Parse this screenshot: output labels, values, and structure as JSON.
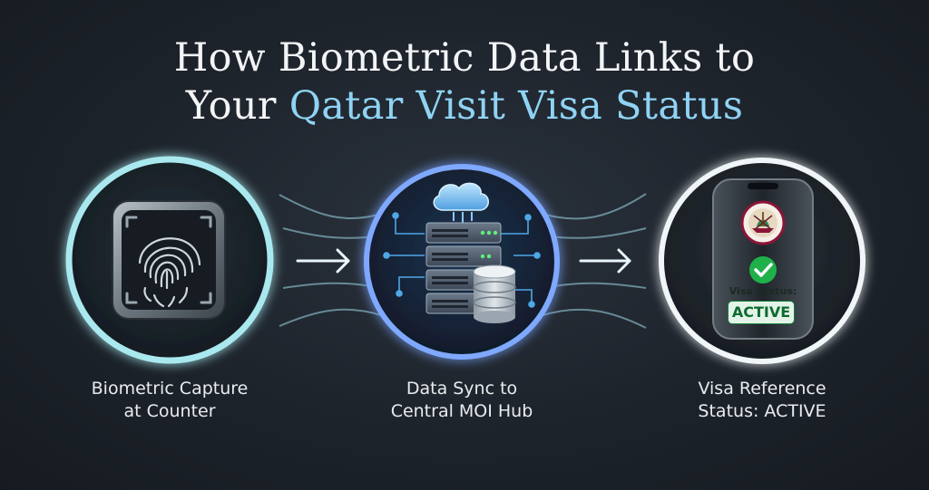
{
  "title": {
    "line1": "How Biometric Data Links to",
    "line2_prefix": "Your ",
    "line2_accent": "Qatar Visit Visa Status"
  },
  "steps": [
    {
      "caption_line1": "Biometric Capture",
      "caption_line2": "at Counter",
      "icon": "fingerprint-scanner-icon"
    },
    {
      "caption_line1": "Data Sync to",
      "caption_line2": "Central MOI Hub",
      "icon": "cloud-server-database-icon"
    },
    {
      "caption_line1": "Visa Reference",
      "caption_line2": "Status: ACTIVE",
      "icon": "smartphone-status-icon"
    }
  ],
  "phone": {
    "status_label": "Visa Status:",
    "status_value": "ACTIVE"
  },
  "colors": {
    "accent": "#8fd3f4",
    "scan_line": "#3ef26b",
    "ring_glow": "#9ee3f0",
    "hub_ring": "#7fa8ff",
    "active_green": "#16803c"
  }
}
